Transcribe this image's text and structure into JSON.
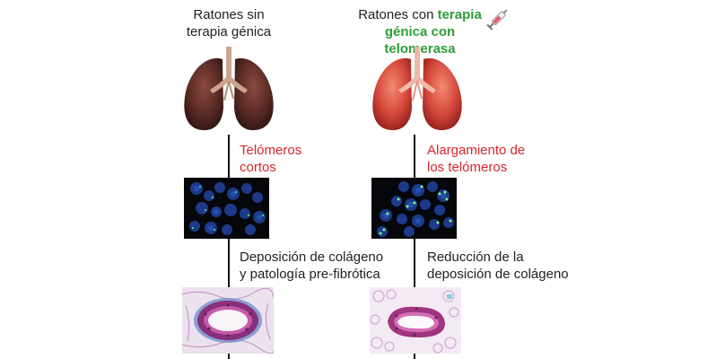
{
  "left": {
    "title_line1": "Ratones sin",
    "title_line2": "terapia génica",
    "label1_line1": "Telómeros",
    "label1_line2": "cortos",
    "label2_line1": "Deposición de colágeno",
    "label2_line2": "y patología pre-fibrótica"
  },
  "right": {
    "title_line1": "Ratones con",
    "title_green1": "terapia",
    "title_green2": "génica con telomerasa",
    "label1_line1": "Alargamiento de",
    "label1_line2": "los telómeros",
    "label2_line1": "Reducción de la",
    "label2_line2": "deposición de colágeno"
  },
  "colors": {
    "accent_red": "#d7262b",
    "accent_green": "#2e9d3a",
    "lung_dark": "#5a2a24",
    "lung_healthy": "#d4463a"
  },
  "icons": [
    "lung-illustration",
    "syringe-icon",
    "telomere-micrograph",
    "lung-tissue-histology"
  ]
}
